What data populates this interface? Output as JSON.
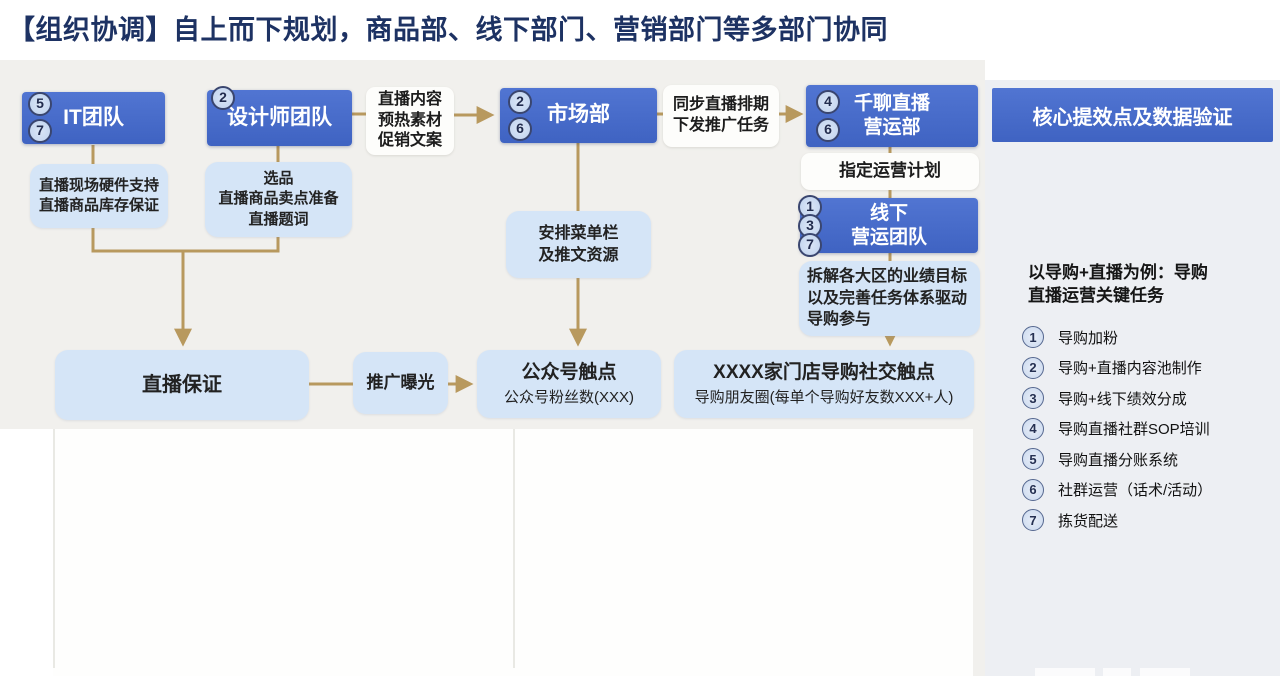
{
  "title": "【组织协调】自上而下规划，商品部、线下部门、营销部门等多部门协同",
  "colors": {
    "primary_blue": "#4569c8",
    "light_blue": "#d5e5f7",
    "arrow_tan": "#b8995e",
    "title_navy": "#1d3263",
    "panel_gray": "#edeff3"
  },
  "flowchart": {
    "nodes": {
      "it_team": {
        "label": "IT团队",
        "badges": [
          "5",
          "7"
        ]
      },
      "it_note": {
        "lines": [
          "直播现场硬件支持",
          "直播商品库存保证"
        ]
      },
      "designer_team": {
        "label": "设计师团队",
        "badges": [
          "2"
        ]
      },
      "designer_note": {
        "lines": [
          "选品",
          "直播商品卖点准备",
          "直播题词"
        ]
      },
      "content_note": {
        "lines": [
          "直播内容",
          "预热素材",
          "促销文案"
        ]
      },
      "market_dept": {
        "label": "市场部",
        "badges": [
          "2",
          "6"
        ]
      },
      "sync_note": {
        "lines": [
          "同步直播排期",
          "下发推广任务"
        ]
      },
      "qianliao_dept": {
        "lines": [
          "千聊直播",
          "营运部"
        ],
        "badges": [
          "4",
          "6"
        ]
      },
      "ops_plan": {
        "label": "指定运营计划"
      },
      "offline_team": {
        "lines": [
          "线下",
          "营运团队"
        ],
        "badges": [
          "1",
          "3",
          "7"
        ]
      },
      "offline_note": {
        "text": "拆解各大区的业绩目标以及完善任务体系驱动导购参与"
      },
      "menu_note": {
        "lines": [
          "安排菜单栏",
          "及推文资源"
        ]
      },
      "live_guarantee": {
        "label": "直播保证"
      },
      "promo_exposure": {
        "label": "推广曝光"
      },
      "official_touchpoint": {
        "title": "公众号触点",
        "subtitle": "公众号粉丝数(XXX)"
      },
      "store_touchpoint": {
        "title": "XXXX家门店导购社交触点",
        "subtitle": "导购朋友圈(每单个导购好友数XXX+人)"
      }
    }
  },
  "side_panel": {
    "header": "核心提效点及数据验证",
    "intro_line1": "以导购+直播为例：导购",
    "intro_line2": "直播运营关键任务",
    "tasks": [
      {
        "num": "1",
        "label": "导购加粉"
      },
      {
        "num": "2",
        "label": "导购+直播内容池制作"
      },
      {
        "num": "3",
        "label": "导购+线下绩效分成"
      },
      {
        "num": "4",
        "label": "导购直播社群SOP培训"
      },
      {
        "num": "5",
        "label": "导购直播分账系统"
      },
      {
        "num": "6",
        "label": "社群运营（话术/活动）"
      },
      {
        "num": "7",
        "label": "拣货配送"
      }
    ]
  }
}
